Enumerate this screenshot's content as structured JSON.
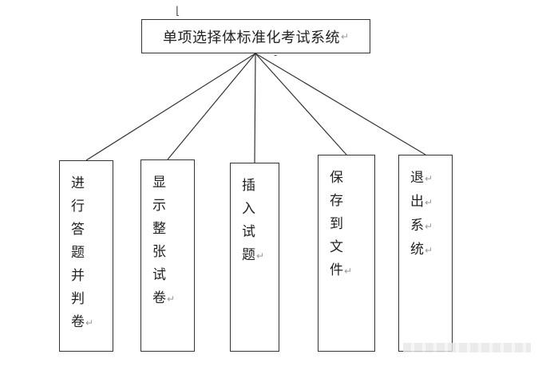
{
  "diagram": {
    "root": {
      "label": "单项选择体标准化考试系统",
      "mark": "↵"
    },
    "children": [
      {
        "chars": [
          "进",
          "行",
          "答",
          "题",
          "并",
          "判",
          "卷"
        ],
        "marks": [
          6
        ]
      },
      {
        "chars": [
          "显",
          "示",
          "整",
          "张",
          "试",
          "卷"
        ],
        "marks": [
          5
        ]
      },
      {
        "chars": [
          "插",
          "入",
          "试",
          "题"
        ],
        "marks": [
          3
        ]
      },
      {
        "chars": [
          "保",
          "存",
          "到",
          "文",
          "件"
        ],
        "marks": [
          4
        ]
      },
      {
        "chars": [
          "退",
          "出",
          "系",
          "统"
        ],
        "marks": [
          0,
          1,
          2,
          3
        ]
      }
    ],
    "paragraph_mark": "↵"
  },
  "colors": {
    "line": "#333333",
    "text": "#222222",
    "mark": "#9a9a9a"
  }
}
